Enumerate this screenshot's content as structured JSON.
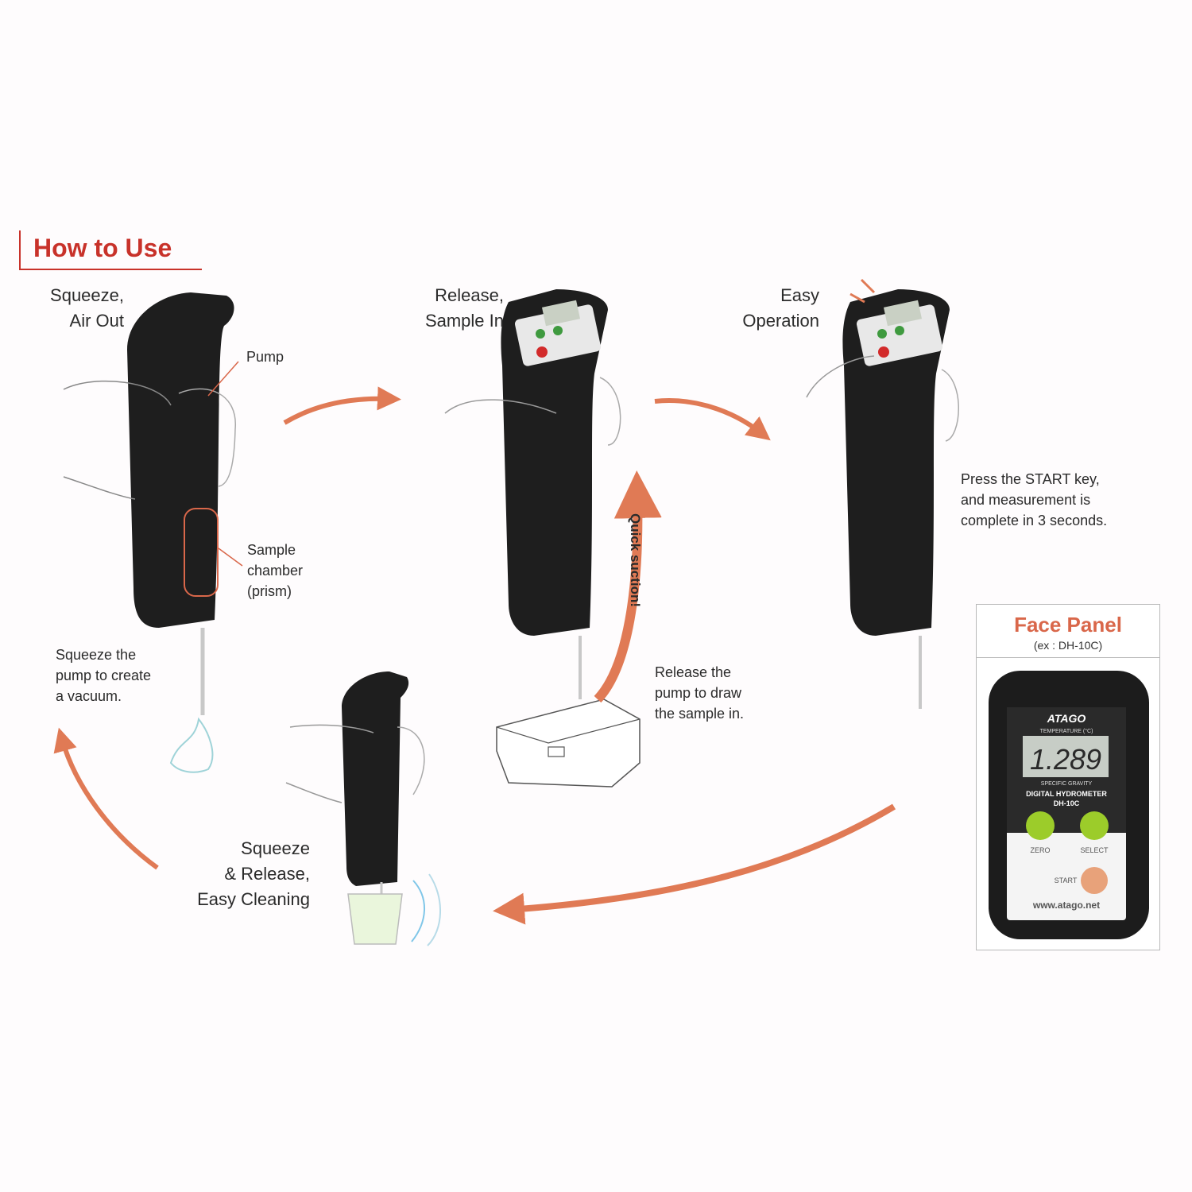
{
  "heading": "How to Use",
  "steps": {
    "step1": {
      "title_line1": "Squeeze,",
      "title_line2": "Air Out",
      "callout_pump": "Pump",
      "callout_chamber_line1": "Sample",
      "callout_chamber_line2": "chamber",
      "callout_chamber_line3": "(prism)",
      "desc_line1": "Squeeze the",
      "desc_line2": "pump to create",
      "desc_line3": "a vacuum."
    },
    "step2": {
      "title_line1": "Release,",
      "title_line2": "Sample In",
      "arrow_label": "Quick suction!",
      "desc_line1": "Release the",
      "desc_line2": "pump to draw",
      "desc_line3": "the sample in."
    },
    "step3": {
      "title_line1": "Easy",
      "title_line2": "Operation",
      "desc_line1": "Press the START key,",
      "desc_line2": "and measurement is",
      "desc_line3": "complete in 3 seconds."
    },
    "step4": {
      "title_line1": "Squeeze",
      "title_line2": "& Release,",
      "title_line3": "Easy Cleaning"
    }
  },
  "face_panel": {
    "title": "Face Panel",
    "subtitle": "(ex : DH-10C)",
    "brand": "ATAGO",
    "temperature_label": "TEMPERATURE (°C)",
    "display_value": "1.289",
    "gravity_label": "SPECIFIC GRAVITY",
    "model_line1": "DIGITAL HYDROMETER",
    "model_line2": "DH-10C",
    "zero_label": "ZERO",
    "select_label": "SELECT",
    "start_label": "START",
    "url": "www.atago.net"
  },
  "colors": {
    "accent_red": "#c8322a",
    "arrow_orange": "#e07a55",
    "button_green": "#9ccc2a",
    "button_orange": "#e8a27a",
    "device_black": "#1e1e1e"
  }
}
